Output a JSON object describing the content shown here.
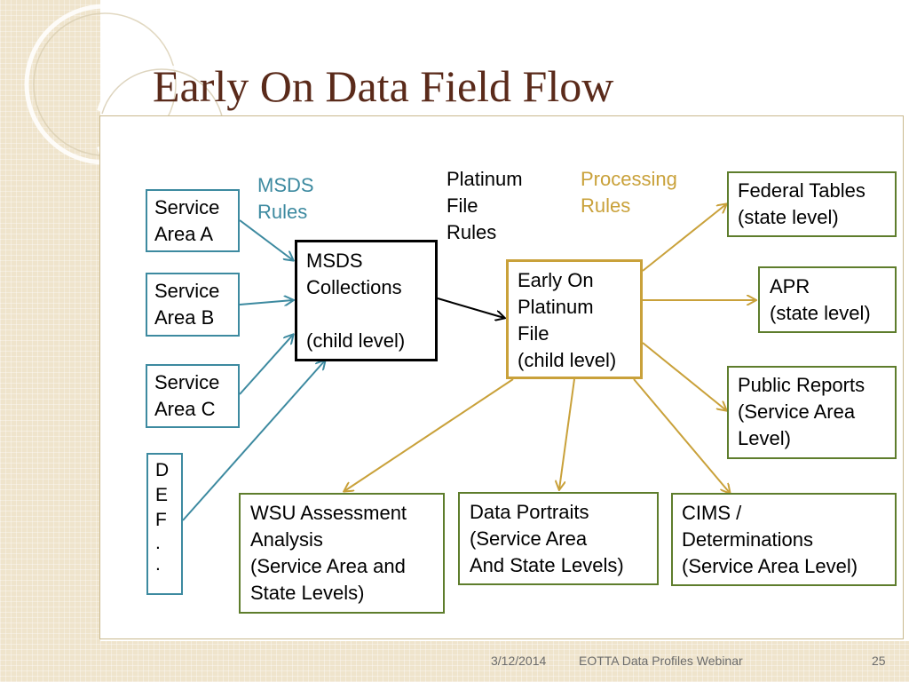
{
  "title": "Early On Data Field Flow",
  "labels": {
    "msds_rules": [
      "MSDS",
      "Rules"
    ],
    "platinum_file_rules": [
      "Platinum",
      "File",
      "Rules"
    ],
    "processing_rules": [
      "Processing",
      "Rules"
    ]
  },
  "boxes": {
    "service_area_a": [
      "Service",
      "Area A"
    ],
    "service_area_b": [
      "Service",
      "Area B"
    ],
    "service_area_c": [
      "Service",
      "Area C"
    ],
    "def": [
      "D",
      "E",
      "F",
      ".",
      "."
    ],
    "msds_collections": [
      "MSDS",
      "Collections",
      "",
      "(child level)"
    ],
    "platinum_file": [
      "Early On",
      "Platinum",
      "File",
      "(child level)"
    ],
    "federal_tables": [
      "Federal Tables",
      "(state level)"
    ],
    "apr": [
      "APR",
      "(state level)"
    ],
    "public_reports": [
      "Public Reports",
      "(Service Area",
      "Level)"
    ],
    "wsu_assessment": [
      "WSU Assessment",
      "Analysis",
      "(Service Area and",
      "State Levels)"
    ],
    "data_portraits": [
      "Data Portraits",
      "(Service Area",
      "And State Levels)"
    ],
    "cims": [
      "CIMS /",
      "Determinations",
      "(Service Area Level)"
    ]
  },
  "colors": {
    "title": "#5a2a1a",
    "teal": "#3d8aa0",
    "gold": "#c9a13a",
    "green": "#5e7d2c",
    "processing_text": "#c9a13a",
    "msds_text": "#3d8aa0"
  },
  "footer": {
    "date": "3/12/2014",
    "presentation": "EOTTA Data Profiles Webinar",
    "page": "25"
  }
}
